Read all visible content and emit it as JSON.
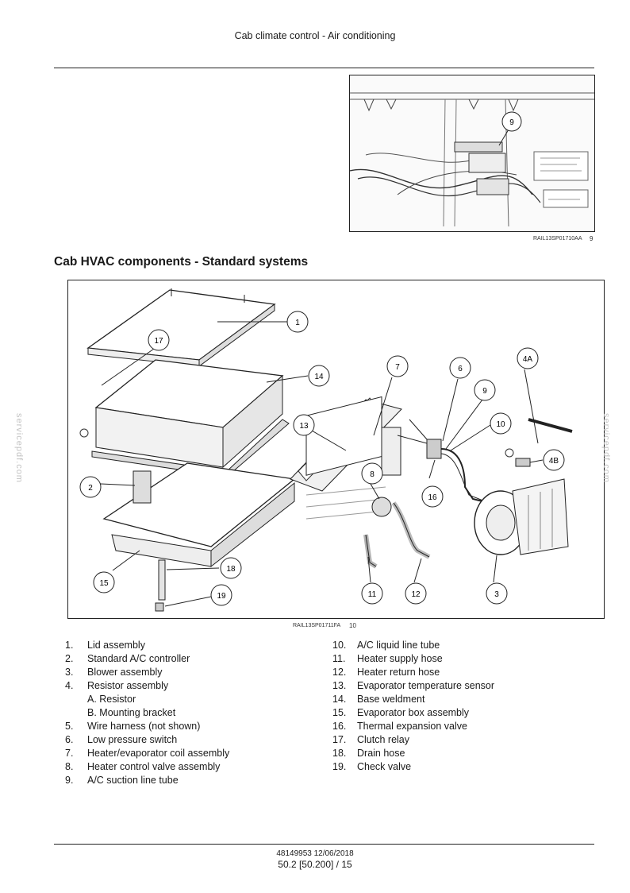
{
  "header": {
    "title": "Cab climate control - Air conditioning"
  },
  "figure9": {
    "callout": "9",
    "ref": "RAIL13SP01710AA",
    "number": "9"
  },
  "section": {
    "title": "Cab HVAC components - Standard systems"
  },
  "figure10": {
    "ref": "RAIL13SP01711FA",
    "number": "10",
    "callouts": [
      "1",
      "17",
      "14",
      "7",
      "6",
      "9",
      "10",
      "4A",
      "4B",
      "13",
      "8",
      "16",
      "2",
      "15",
      "18",
      "19",
      "11",
      "12",
      "3"
    ]
  },
  "legend": {
    "left": [
      {
        "num": "1.",
        "text": "Lid assembly"
      },
      {
        "num": "2.",
        "text": "Standard A/C controller"
      },
      {
        "num": "3.",
        "text": "Blower assembly"
      },
      {
        "num": "4.",
        "text": "Resistor assembly"
      },
      {
        "sub": "A. Resistor"
      },
      {
        "sub": "B. Mounting bracket"
      },
      {
        "num": "5.",
        "text": "Wire harness (not shown)"
      },
      {
        "num": "6.",
        "text": "Low pressure switch"
      },
      {
        "num": "7.",
        "text": "Heater/evaporator coil assembly"
      },
      {
        "num": "8.",
        "text": "Heater control valve assembly"
      },
      {
        "num": "9.",
        "text": "A/C suction line tube"
      }
    ],
    "right": [
      {
        "num": "10.",
        "text": "A/C liquid line tube"
      },
      {
        "num": "11.",
        "text": "Heater supply hose"
      },
      {
        "num": "12.",
        "text": "Heater return hose"
      },
      {
        "num": "13.",
        "text": "Evaporator temperature sensor"
      },
      {
        "num": "14.",
        "text": "Base weldment"
      },
      {
        "num": "15.",
        "text": "Evaporator box assembly"
      },
      {
        "num": "16.",
        "text": "Thermal expansion valve"
      },
      {
        "num": "17.",
        "text": "Clutch relay"
      },
      {
        "num": "18.",
        "text": "Drain hose"
      },
      {
        "num": "19.",
        "text": "Check valve"
      }
    ]
  },
  "watermark": {
    "text": "servicepdf.com"
  },
  "footer": {
    "doc": "48149953 12/06/2018",
    "page": "50.2 [50.200] / 15"
  }
}
